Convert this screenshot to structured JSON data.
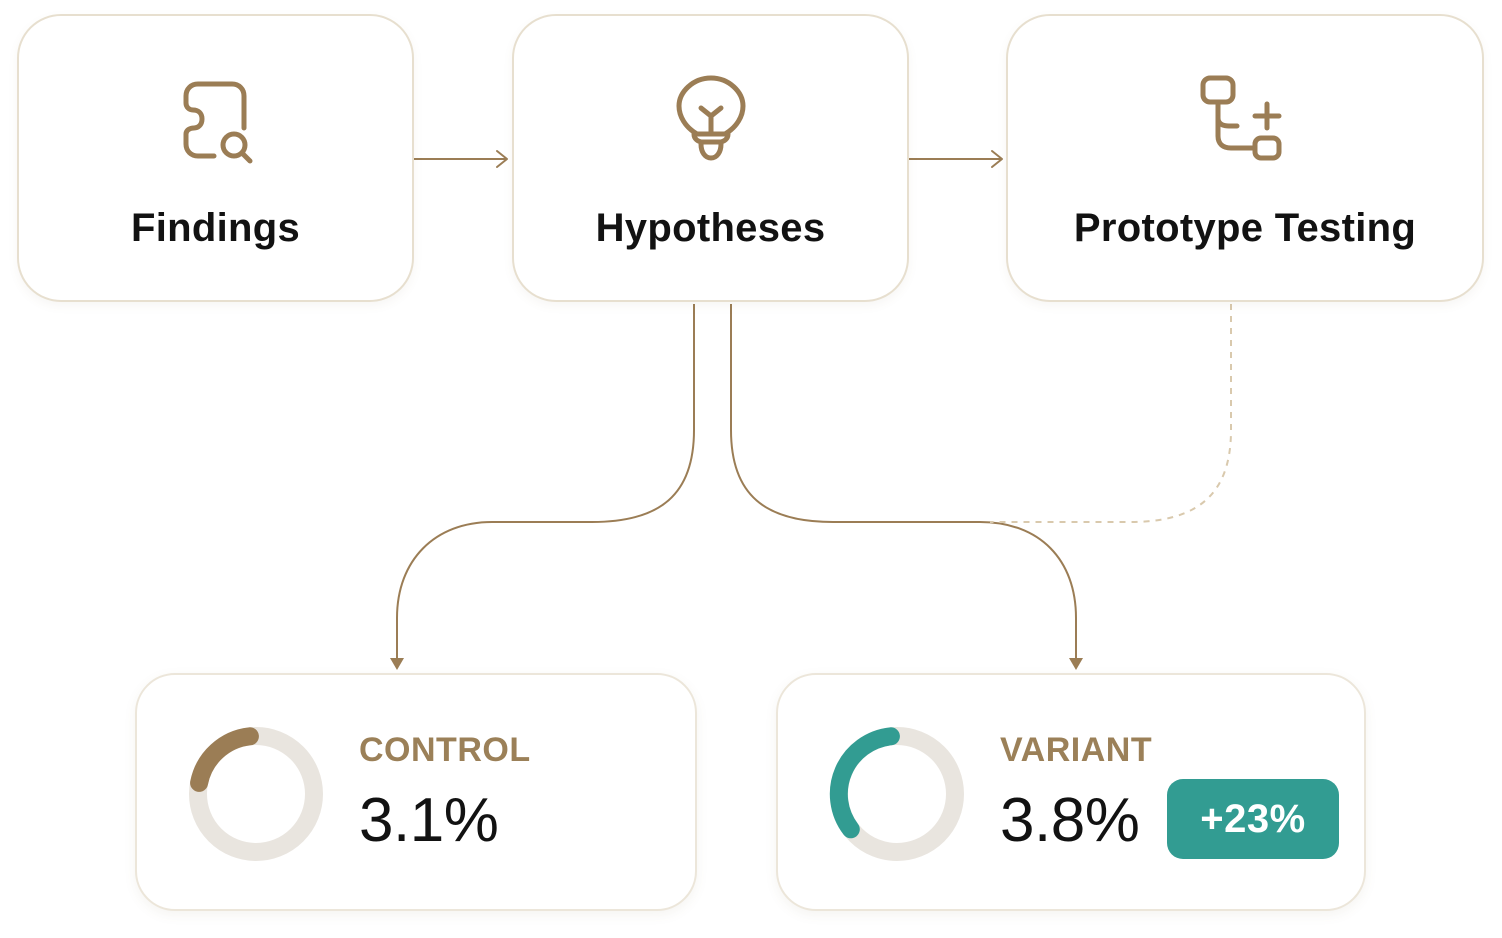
{
  "stages": [
    {
      "label": "Findings",
      "icon": "document-search-icon"
    },
    {
      "label": "Hypotheses",
      "icon": "lightbulb-icon"
    },
    {
      "label": "Prototype Testing",
      "icon": "flow-add-icon"
    }
  ],
  "results": {
    "control": {
      "caption": "CONTROL",
      "value": "3.1%",
      "progress": 0.031,
      "color": "#9b7d55"
    },
    "variant": {
      "caption": "VARIANT",
      "value": "3.8%",
      "lift": "+23%",
      "progress": 0.038,
      "color": "#329c92"
    }
  },
  "colors": {
    "accent": "#9b7d55",
    "card_border": "#e7dfcf",
    "success": "#329c92",
    "ring_track": "#e9e5df",
    "dashed_connector": "#d9c9ad"
  }
}
